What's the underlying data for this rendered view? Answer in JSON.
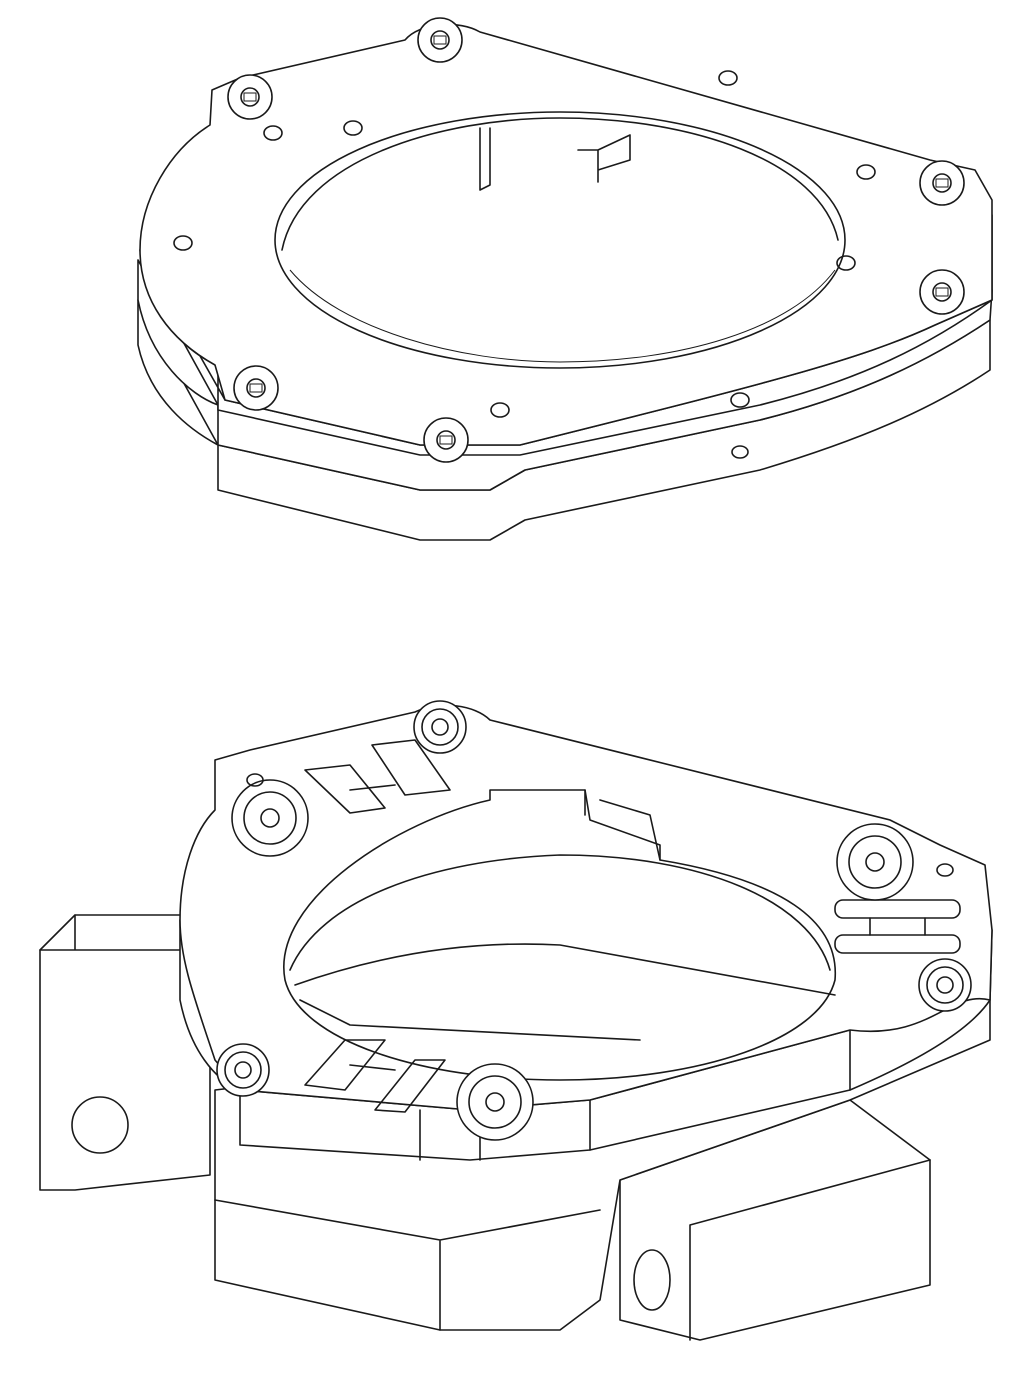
{
  "drawing": {
    "style": "isometric CAD line drawing",
    "line_color": "#1a1a1a",
    "background_color": "#ffffff",
    "parts": [
      "stacked-ring-plates",
      "ring-plate-with-mounting-base"
    ]
  }
}
